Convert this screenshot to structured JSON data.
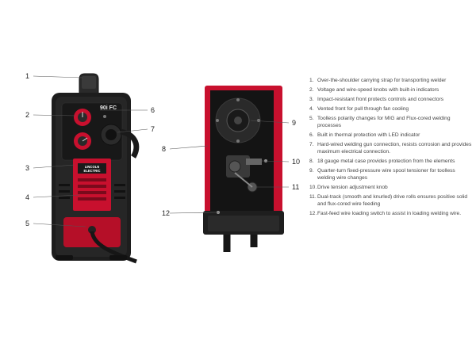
{
  "callouts": [
    "1",
    "2",
    "3",
    "4",
    "5",
    "6",
    "7",
    "8",
    "9",
    "10",
    "11",
    "12"
  ],
  "product": {
    "model_label": "90i FC",
    "brand_line1": "LINCOLN",
    "brand_line2": "ELECTRIC"
  },
  "features": [
    {
      "num": "1.",
      "text": "Over-the-shoulder carrying strap for transporting welder"
    },
    {
      "num": "2.",
      "text": "Voltage and wire-speed knobs with built-in indicators"
    },
    {
      "num": "3.",
      "text": "Impact-resistant front protects controls and connectors"
    },
    {
      "num": "4.",
      "text": "Vented front for pull through fan cooling"
    },
    {
      "num": "5.",
      "text": "Toolless polarity changes for MIG and Flux-cored welding processes"
    },
    {
      "num": "6.",
      "text": "Built in thermal protection with LED indicator"
    },
    {
      "num": "7.",
      "text": "Hard-wired welding gun connection, resists corrosion and provides maximum electrical connection."
    },
    {
      "num": "8.",
      "text": "18 gauge metal case provides protection from the elements"
    },
    {
      "num": "9.",
      "text": "Quarter-turn fixed-pressure wire spool tensioner for toolless welding wire changes"
    },
    {
      "num": "10.",
      "text": "Drive tension adjustment knob"
    },
    {
      "num": "11.",
      "text": "Dual-track (smooth and knurled) drive rolls ensures positive solid and flux-cored wire feeding"
    },
    {
      "num": "12.",
      "text": "Fast-feed wire loading switch to assist in loading welding wire."
    }
  ],
  "colors": {
    "accent": "#c8102e",
    "body": "#1d1d1d"
  }
}
